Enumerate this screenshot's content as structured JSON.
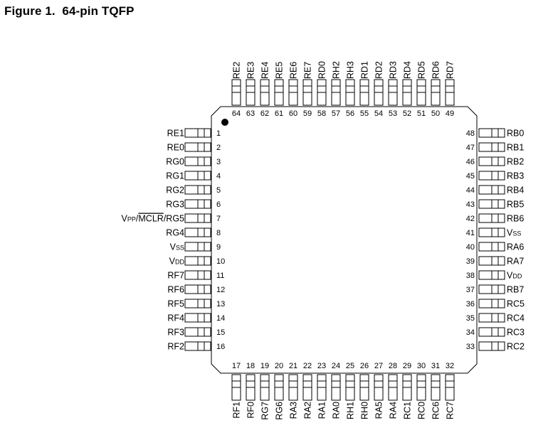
{
  "title": "Figure 1.  64-pin TQFP",
  "pins": {
    "left": [
      {
        "num": "1",
        "label": "RE1"
      },
      {
        "num": "2",
        "label": "RE0"
      },
      {
        "num": "3",
        "label": "RG0"
      },
      {
        "num": "4",
        "label": "RG1"
      },
      {
        "num": "5",
        "label": "RG2"
      },
      {
        "num": "6",
        "label": "RG3"
      },
      {
        "num": "7",
        "label": "VPP/MCLR/RG5",
        "parts": [
          {
            "text": "V"
          },
          {
            "text": "PP",
            "sub": true
          },
          {
            "text": "/"
          },
          {
            "text": "MCLR",
            "overline": true
          },
          {
            "text": "/RG5"
          }
        ]
      },
      {
        "num": "8",
        "label": "RG4"
      },
      {
        "num": "9",
        "label": "VSS",
        "parts": [
          {
            "text": "V"
          },
          {
            "text": "SS",
            "sub": true
          }
        ]
      },
      {
        "num": "10",
        "label": "VDD",
        "parts": [
          {
            "text": "V"
          },
          {
            "text": "DD",
            "sub": true
          }
        ]
      },
      {
        "num": "11",
        "label": "RF7"
      },
      {
        "num": "12",
        "label": "RF6"
      },
      {
        "num": "13",
        "label": "RF5"
      },
      {
        "num": "14",
        "label": "RF4"
      },
      {
        "num": "15",
        "label": "RF3"
      },
      {
        "num": "16",
        "label": "RF2"
      }
    ],
    "bottom": [
      {
        "num": "17",
        "label": "RF1"
      },
      {
        "num": "18",
        "label": "RF0"
      },
      {
        "num": "19",
        "label": "RG7"
      },
      {
        "num": "20",
        "label": "RG6"
      },
      {
        "num": "21",
        "label": "RA3"
      },
      {
        "num": "22",
        "label": "RA2"
      },
      {
        "num": "23",
        "label": "RA1"
      },
      {
        "num": "24",
        "label": "RA0"
      },
      {
        "num": "25",
        "label": "RH1"
      },
      {
        "num": "26",
        "label": "RH0"
      },
      {
        "num": "27",
        "label": "RA5"
      },
      {
        "num": "28",
        "label": "RA4"
      },
      {
        "num": "29",
        "label": "RC1"
      },
      {
        "num": "30",
        "label": "RC0"
      },
      {
        "num": "31",
        "label": "RC6"
      },
      {
        "num": "32",
        "label": "RC7"
      }
    ],
    "right": [
      {
        "num": "48",
        "label": "RB0"
      },
      {
        "num": "47",
        "label": "RB1"
      },
      {
        "num": "46",
        "label": "RB2"
      },
      {
        "num": "45",
        "label": "RB3"
      },
      {
        "num": "44",
        "label": "RB4"
      },
      {
        "num": "43",
        "label": "RB5"
      },
      {
        "num": "42",
        "label": "RB6"
      },
      {
        "num": "41",
        "label": "VSS",
        "parts": [
          {
            "text": "V"
          },
          {
            "text": "SS",
            "sub": true
          }
        ]
      },
      {
        "num": "40",
        "label": "RA6"
      },
      {
        "num": "39",
        "label": "RA7"
      },
      {
        "num": "38",
        "label": "VDD",
        "parts": [
          {
            "text": "V"
          },
          {
            "text": "DD",
            "sub": true
          }
        ]
      },
      {
        "num": "37",
        "label": "RB7"
      },
      {
        "num": "36",
        "label": "RC5"
      },
      {
        "num": "35",
        "label": "RC4"
      },
      {
        "num": "34",
        "label": "RC3"
      },
      {
        "num": "33",
        "label": "RC2"
      }
    ],
    "top": [
      {
        "num": "64",
        "label": "RE2"
      },
      {
        "num": "63",
        "label": "RE3"
      },
      {
        "num": "62",
        "label": "RE4"
      },
      {
        "num": "61",
        "label": "RE5"
      },
      {
        "num": "60",
        "label": "RE6"
      },
      {
        "num": "59",
        "label": "RE7"
      },
      {
        "num": "58",
        "label": "RD0"
      },
      {
        "num": "57",
        "label": "RH2"
      },
      {
        "num": "56",
        "label": "RH3"
      },
      {
        "num": "55",
        "label": "RD1"
      },
      {
        "num": "54",
        "label": "RD2"
      },
      {
        "num": "53",
        "label": "RD3"
      },
      {
        "num": "52",
        "label": "RD4"
      },
      {
        "num": "51",
        "label": "RD5"
      },
      {
        "num": "50",
        "label": "RD6"
      },
      {
        "num": "49",
        "label": "RD7"
      }
    ]
  }
}
